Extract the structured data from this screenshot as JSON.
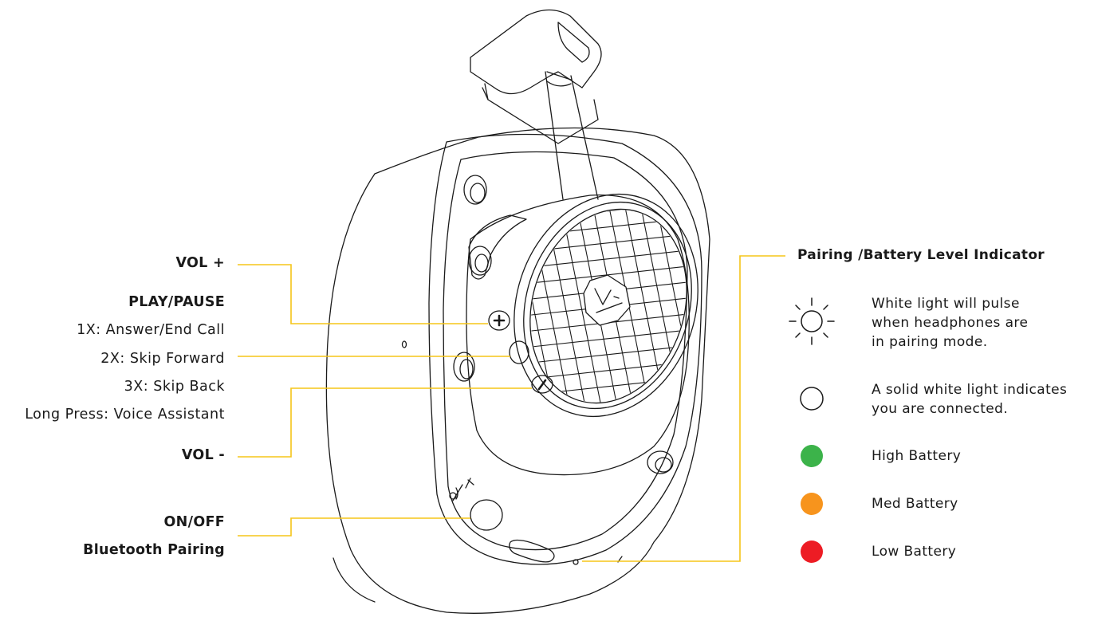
{
  "colors": {
    "callout_line": "#f5c518",
    "outline": "#1a1a1a",
    "high_battery": "#3cb34a",
    "med_battery": "#f7941d",
    "low_battery": "#ed1c24"
  },
  "left_labels": {
    "vol_plus": "VOL +",
    "play_pause": "PLAY/PAUSE",
    "answer_end": "1X: Answer/End Call",
    "skip_forward": "2X: Skip Forward",
    "skip_back": "3X: Skip Back",
    "voice_assistant": "Long Press: Voice Assistant",
    "vol_minus": "VOL -",
    "on_off": "ON/OFF",
    "bt_pairing": "Bluetooth Pairing"
  },
  "indicator": {
    "title": "Pairing /Battery Level Indicator",
    "pulse": [
      "White light will pulse",
      "when headphones are",
      "in pairing mode."
    ],
    "solid": [
      "A solid white light indicates",
      "you are connected."
    ],
    "high": "High Battery",
    "med": "Med Battery",
    "low": "Low Battery"
  },
  "icons": [
    "pulse-light-icon",
    "solid-light-icon",
    "high-battery-dot-icon",
    "med-battery-dot-icon",
    "low-battery-dot-icon"
  ]
}
